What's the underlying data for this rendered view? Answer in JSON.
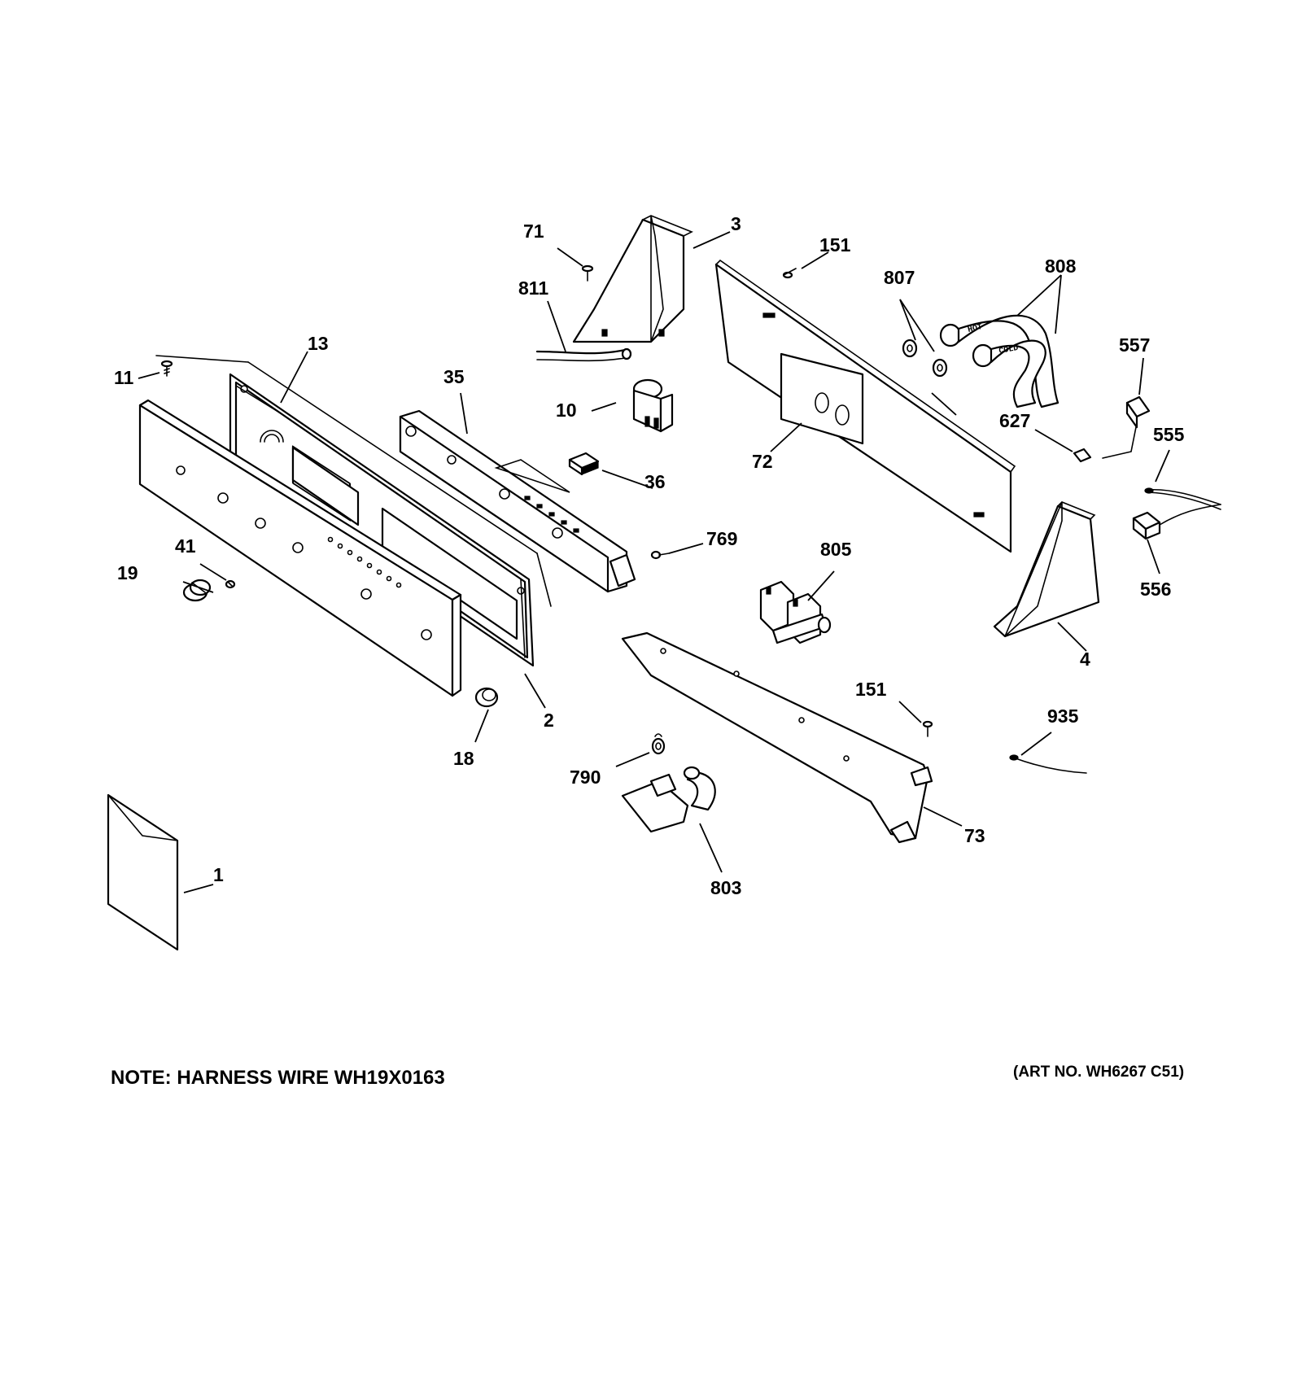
{
  "diagram": {
    "note": "NOTE: HARNESS WIRE WH19X0163",
    "art_number": "(ART NO. WH6267 C51)",
    "callouts": [
      {
        "id": "c-1",
        "label": "1"
      },
      {
        "id": "c-2",
        "label": "2"
      },
      {
        "id": "c-3",
        "label": "3"
      },
      {
        "id": "c-4",
        "label": "4"
      },
      {
        "id": "c-10",
        "label": "10"
      },
      {
        "id": "c-11",
        "label": "11"
      },
      {
        "id": "c-13",
        "label": "13"
      },
      {
        "id": "c-18",
        "label": "18"
      },
      {
        "id": "c-19",
        "label": "19"
      },
      {
        "id": "c-35",
        "label": "35"
      },
      {
        "id": "c-36",
        "label": "36"
      },
      {
        "id": "c-41",
        "label": "41"
      },
      {
        "id": "c-71",
        "label": "71"
      },
      {
        "id": "c-72",
        "label": "72"
      },
      {
        "id": "c-73",
        "label": "73"
      },
      {
        "id": "c-151a",
        "label": "151"
      },
      {
        "id": "c-151b",
        "label": "151"
      },
      {
        "id": "c-555",
        "label": "555"
      },
      {
        "id": "c-556",
        "label": "556"
      },
      {
        "id": "c-557",
        "label": "557"
      },
      {
        "id": "c-627",
        "label": "627"
      },
      {
        "id": "c-769",
        "label": "769"
      },
      {
        "id": "c-790",
        "label": "790"
      },
      {
        "id": "c-803",
        "label": "803"
      },
      {
        "id": "c-805",
        "label": "805"
      },
      {
        "id": "c-807",
        "label": "807"
      },
      {
        "id": "c-808",
        "label": "808"
      },
      {
        "id": "c-811",
        "label": "811"
      },
      {
        "id": "c-935",
        "label": "935"
      }
    ],
    "hose_markings": [
      "HOT",
      "COLD"
    ]
  }
}
